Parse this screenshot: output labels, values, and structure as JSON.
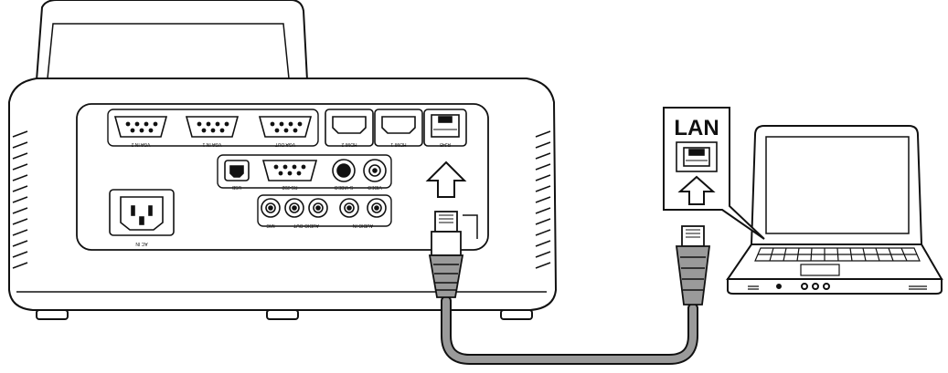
{
  "callout": {
    "label": "LAN"
  },
  "ports": {
    "vga_in_2": "VGA IN 2",
    "vga_in_1": "VGA IN 1",
    "vga_out": "VGA OUT",
    "hdmi_2": "HDMI 2",
    "hdmi_1": "HDMI 1",
    "rj45": "RJ45",
    "usb": "USB",
    "rs232": "RS-232",
    "s_video": "S-VIDEO",
    "video": "VIDEO",
    "mic": "MIC",
    "audio_out": "AUDIO OUT",
    "audio_in": "AUDIO IN",
    "ac_in": "AC IN"
  },
  "colors": {
    "outline": "#111111",
    "cable": "#9a9a9a",
    "arrow_fill": "#ffffff"
  }
}
